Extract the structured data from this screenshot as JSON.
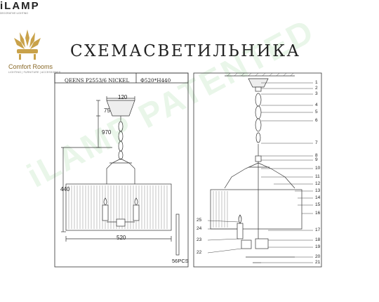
{
  "brand_left": {
    "name": "Comfort Rooms",
    "tagline": "LIGHTING | FURNITURE | ACCESSORIES"
  },
  "brand_right": {
    "name": "iLAMP",
    "tagline": "DECORATIVE LIGHTING"
  },
  "title": "СХЕМАСВЕТИЛЬНИКА",
  "model": "QEENS P2553/6 NICKEL",
  "size": "Φ520*H440",
  "dimensions": {
    "top": "120",
    "canopy": "75",
    "chain": "970",
    "height": "440",
    "width": "520"
  },
  "rods_count": "56PCS",
  "watermark": "iLAMP PATENTED",
  "part_numbers": [
    "1",
    "2",
    "3",
    "4",
    "5",
    "6",
    "7",
    "8",
    "9",
    "10",
    "11",
    "12",
    "13",
    "14",
    "15",
    "16",
    "17",
    "18",
    "19",
    "20",
    "21",
    "22",
    "23",
    "24",
    "25"
  ],
  "colors": {
    "line": "#333333",
    "brand_gold": "#8a6a2a",
    "watermark": "#d8efd8"
  }
}
